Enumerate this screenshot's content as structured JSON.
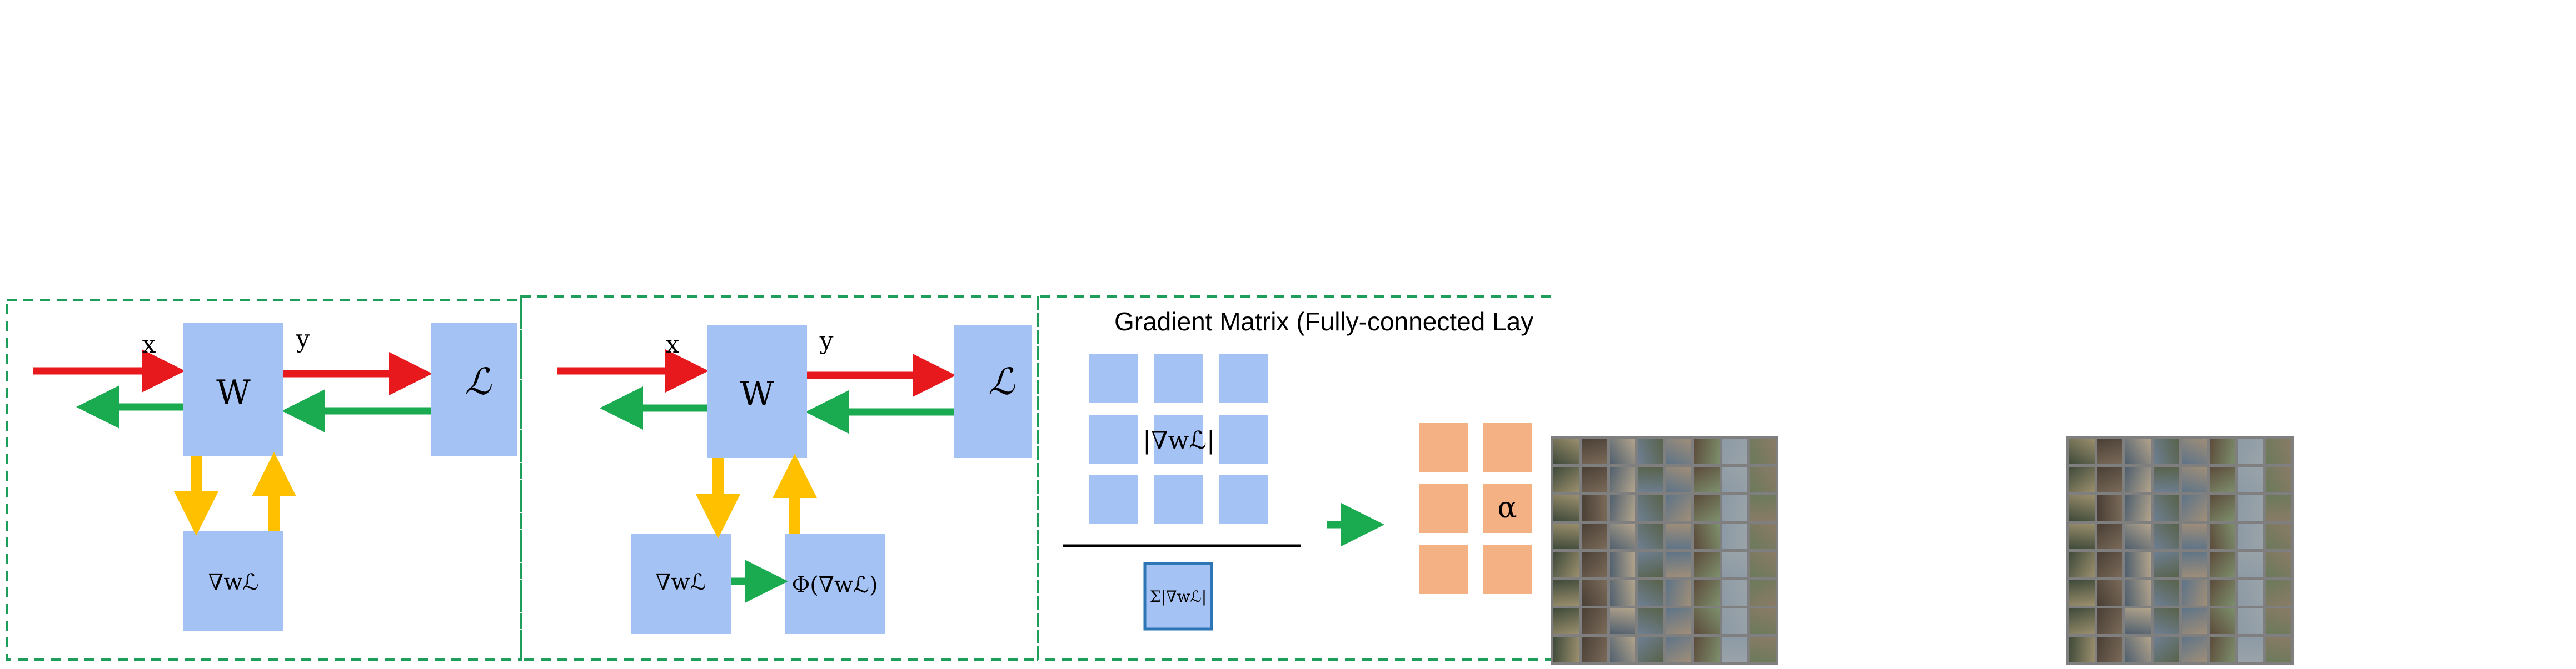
{
  "panel1": {
    "input_label": "x",
    "output_label": "y",
    "weight_label": "W",
    "loss_label": "ℒ",
    "grad_label": "∇wℒ"
  },
  "panel2": {
    "input_label": "x",
    "output_label": "y",
    "weight_label": "W",
    "loss_label": "ℒ",
    "grad_label": "∇wℒ",
    "phi_label": "Φ(∇wℒ)"
  },
  "panel3": {
    "title": "Gradient Matrix (Fully-connected Lay",
    "numerator_label": "|∇wℒ|",
    "denominator_label": "Σ|∇wℒ|",
    "alpha_label": "α"
  },
  "colors": {
    "block_blue": "#a4c2f4",
    "forward_red": "#e8191c",
    "backward_green": "#1aaa4f",
    "update_yellow": "#ffc000",
    "alpha_orange": "#f4b183",
    "border_green": "#1e9e5a",
    "denominator_border": "#2e75b6"
  },
  "image_grids": [
    {
      "name": "image-grid-left"
    },
    {
      "name": "image-grid-right"
    }
  ]
}
